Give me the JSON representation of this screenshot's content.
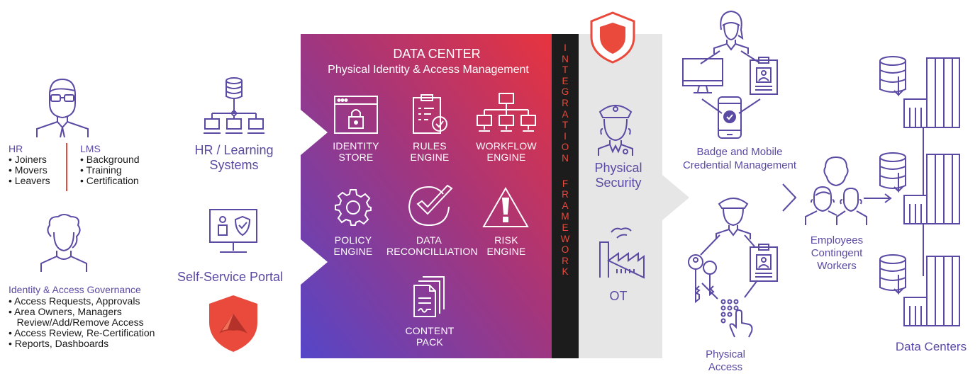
{
  "left": {
    "hr": {
      "title": "HR",
      "items": [
        "Joiners",
        "Movers",
        "Leavers"
      ]
    },
    "lms": {
      "title": "LMS",
      "items": [
        "Background",
        "Training",
        "Certification"
      ]
    },
    "iag": {
      "title": "Identity & Access Governance",
      "items": [
        "Access Requests, Approvals",
        "Area Owners, Managers",
        "Review/Add/Remove Access",
        "Access Review, Re-Certification",
        "Reports, Dashboards"
      ]
    }
  },
  "middle": {
    "hr_systems_line1": "HR / Learning",
    "hr_systems_line2": "Systems",
    "self_service": "Self-Service Portal"
  },
  "data_center": {
    "title": "DATA CENTER",
    "subtitle": "Physical Identity & Access Management",
    "modules": {
      "identity_store": [
        "IDENTITY",
        "STORE"
      ],
      "rules_engine": [
        "RULES",
        "ENGINE"
      ],
      "workflow_engine": [
        "WORKFLOW",
        "ENGINE"
      ],
      "policy_engine": [
        "POLICY",
        "ENGINE"
      ],
      "data_reconciliation": [
        "DATA",
        "RECONCILLIATION"
      ],
      "risk_engine": [
        "RISK",
        "ENGINE"
      ],
      "content_pack": [
        "CONTENT",
        "PACK"
      ]
    }
  },
  "integration": {
    "word1": [
      "I",
      "N",
      "T",
      "E",
      "G",
      "R",
      "A",
      "T",
      "I",
      "O",
      "N"
    ],
    "word2": [
      "F",
      "R",
      "A",
      "M",
      "E",
      "W",
      "O",
      "R",
      "K"
    ]
  },
  "gray_panel": {
    "physical_security_line1": "Physical",
    "physical_security_line2": "Security",
    "ot": "OT"
  },
  "right": {
    "badge_line1": "Badge and Mobile",
    "badge_line2": "Credential Management",
    "physical_access_line1": "Physical",
    "physical_access_line2": "Access",
    "employees_line1": "Employees",
    "employees_line2": "Contingent",
    "employees_line3": "Workers",
    "data_centers": "Data Centers"
  },
  "colors": {
    "purple": "#5b4aa3",
    "red_accent": "#e94a3c",
    "gradient_top": "#e8343d",
    "gradient_bottom": "#5546c8",
    "gray_panel": "#e6e6e6"
  }
}
